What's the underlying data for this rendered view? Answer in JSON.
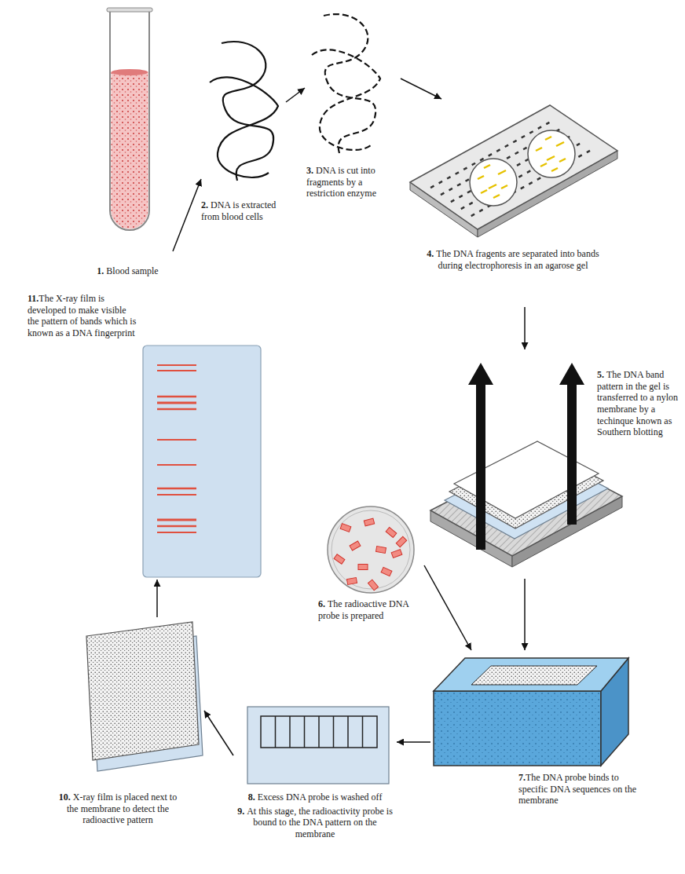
{
  "diagram": {
    "nodes": [
      {
        "text": [
          "1.",
          "Blood sample"
        ]
      },
      {
        "text": [
          "2.",
          "DNA is extracted from blood cells"
        ]
      },
      {
        "text": [
          "3.",
          "DNA is cut into fragments by a restriction enzyme"
        ]
      },
      {
        "text": [
          "4.",
          "The DNA fragents are separated into bands during electrophoresis in an agarose gel"
        ]
      },
      {
        "text": [
          "5.",
          "The DNA band pattern in the gel is transferred to a nylon membrane by a techinque known as Southern blotting"
        ]
      },
      {
        "text": [
          "6.",
          "The radioactive DNA probe is prepared"
        ]
      },
      {
        "text": [
          "7.",
          "The DNA probe binds to specific DNA sequences on the membrane"
        ]
      },
      {
        "text": [
          "8.",
          "Excess DNA probe is washed off",
          "9.",
          "At this stage, the radioactivity probe is bound to the DNA pattern on the membrane"
        ]
      },
      {
        "text": [
          "10.",
          "X-ray film is placed next to the membrane to detect the radioactive pattern"
        ]
      },
      {
        "text": [
          "11.",
          "The X-ray film is developed to make visible the pattern of bands which is known as a DNA fingerprint"
        ]
      }
    ],
    "edges": [
      {
        "from": 0,
        "to": 1,
        "arrow": "to"
      },
      {
        "from": 1,
        "to": 2,
        "arrow": "to"
      },
      {
        "from": 2,
        "to": 3,
        "arrow": "to"
      },
      {
        "from": 3,
        "to": 4,
        "arrow": "to"
      },
      {
        "from": 4,
        "to": 6,
        "arrow": "to"
      },
      {
        "from": 5,
        "to": 6,
        "arrow": "to"
      },
      {
        "from": 6,
        "to": 7,
        "arrow": "to"
      },
      {
        "from": 7,
        "to": 8,
        "arrow": "to"
      },
      {
        "from": 8,
        "to": 9,
        "arrow": "to"
      }
    ]
  }
}
